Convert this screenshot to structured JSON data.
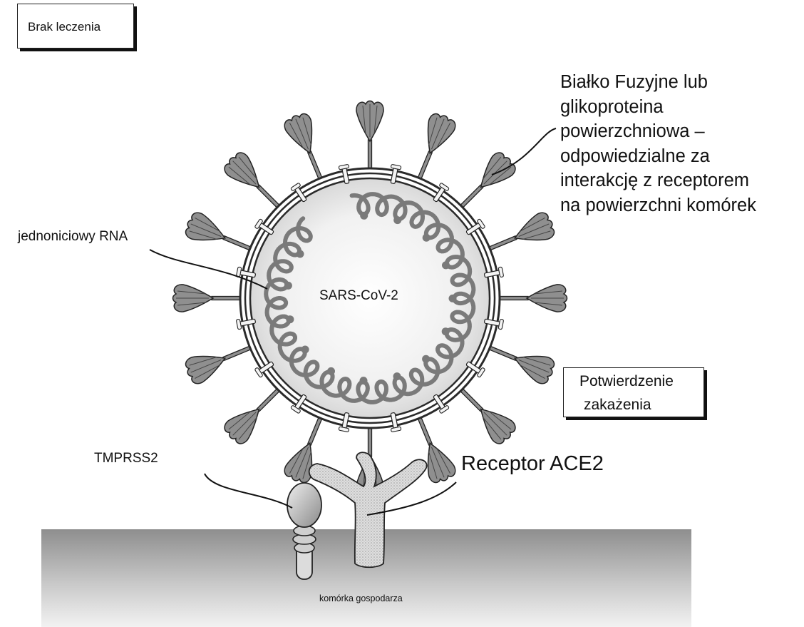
{
  "box_no_treatment": "Brak leczenia",
  "box_confirmation": {
    "line1": "Potwierdzenie",
    "line2": "zakażenia"
  },
  "fusion_protein_label": [
    "Białko Fuzyjne lub",
    "glikoproteina",
    "powierzchniowa –",
    "odpowiedzialne za",
    "interakcję z receptorem",
    "na powierzchni komórek"
  ],
  "rna_label": "jednoniciowy RNA",
  "virus_label": "SARS-CoV-2",
  "tmprss2_label": "TMPRSS2",
  "ace2_label": "Receptor ACE2",
  "host_cell_label": "komórka gospodarza",
  "colors": {
    "spike": "#8f8f8f",
    "rna": "#7a7a7a",
    "membrane": "#333333",
    "host_cell_top": "#9c9c9c",
    "host_cell_bottom": "#ececec"
  }
}
